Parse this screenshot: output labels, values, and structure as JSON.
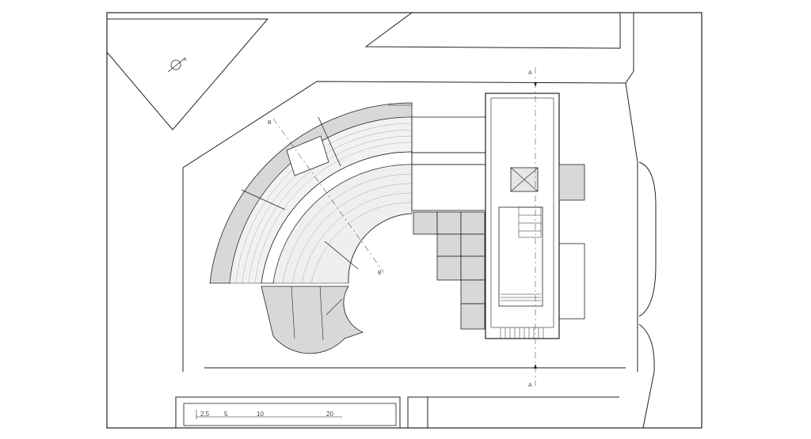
{
  "labels": {
    "street_north": "",
    "street_south": "",
    "street_east": "",
    "street_west": "",
    "street_northwest": ""
  },
  "section_markers": {
    "a_top": "A",
    "a_bottom": "A",
    "b_top": "B",
    "b_center": "B"
  },
  "scale_bar": {
    "ticks": [
      "2.5",
      "5",
      "10",
      "20"
    ]
  },
  "colors": {
    "line": "#1a1a1a",
    "fill": "#d8d8d8",
    "background": "#ffffff"
  }
}
